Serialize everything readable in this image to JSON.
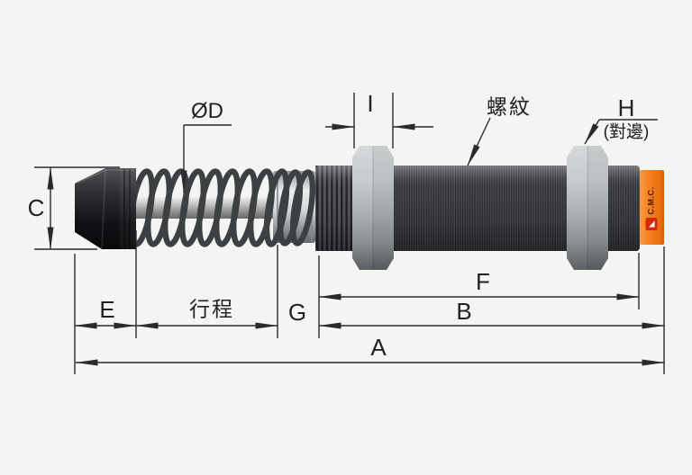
{
  "background": "#f4f4f3",
  "labels": {
    "diameter": "ØD",
    "i": "I",
    "thread": "螺紋",
    "h": "H",
    "h_note": "(對邊)",
    "c": "C",
    "e": "E",
    "stroke_cn": "行程",
    "g": "G",
    "f": "F",
    "b": "B",
    "a": "A"
  },
  "brand": {
    "name": "C.M.C."
  },
  "colors": {
    "accent_orange": "#F5801E",
    "logo_red": "#D9260F",
    "line_color": "#2A2A2E",
    "body_dark": "#3B3C40",
    "nut_gray": "#ABB0B3"
  }
}
